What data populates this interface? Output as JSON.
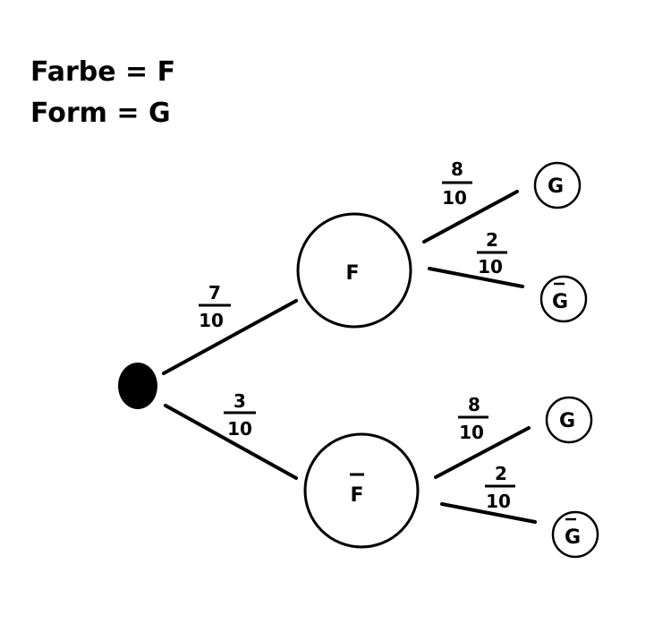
{
  "legend": {
    "line1": "Farbe = F",
    "line2": "Form = G"
  },
  "nodes": {
    "start": "",
    "F": "F",
    "F_bar": "F",
    "G_upper": "G",
    "G_bar_upper": "G",
    "G_lower": "G",
    "G_bar_lower": "G"
  },
  "edges": {
    "to_F": {
      "num": "7",
      "den": "10"
    },
    "to_F_bar": {
      "num": "3",
      "den": "10"
    },
    "F_to_G": {
      "num": "8",
      "den": "10"
    },
    "F_to_G_bar": {
      "num": "2",
      "den": "10"
    },
    "Fbar_to_G": {
      "num": "8",
      "den": "10"
    },
    "Fbar_to_G_bar": {
      "num": "2",
      "den": "10"
    }
  },
  "colors": {
    "ink": "#000000",
    "background": "#ffffff"
  }
}
